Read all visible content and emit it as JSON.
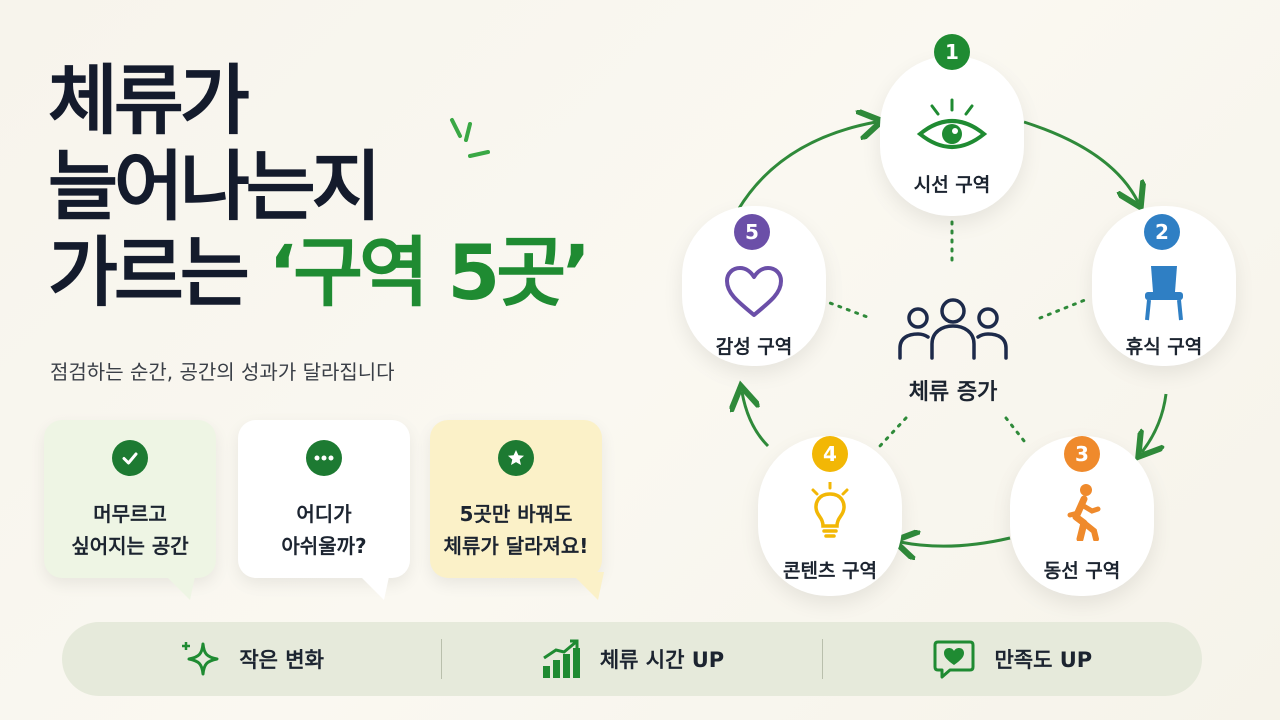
{
  "title": {
    "line1": "체류가",
    "line2": "늘어나는지",
    "line3_plain": "가르는 ",
    "line3_accent": "‘구역 5곳’"
  },
  "subtitle": "점검하는 순간, 공간의 성과가 달라집니다",
  "bubbles": [
    {
      "text": "머무르고\n싶어지는 공간",
      "icon": "check-icon"
    },
    {
      "text": "어디가\n아쉬울까?",
      "icon": "ellipsis-icon"
    },
    {
      "text": "5곳만 바꿔도\n체류가 달라져요!",
      "icon": "star-icon"
    }
  ],
  "zones": [
    {
      "num": "1",
      "label": "시선 구역",
      "icon": "eye-icon",
      "color": "#1f8b32"
    },
    {
      "num": "2",
      "label": "휴식 구역",
      "icon": "chair-icon",
      "color": "#2f7fc4"
    },
    {
      "num": "3",
      "label": "동선 구역",
      "icon": "walking-person-icon",
      "color": "#ef8a2c"
    },
    {
      "num": "4",
      "label": "콘텐츠 구역",
      "icon": "lightbulb-icon",
      "color": "#f2b705"
    },
    {
      "num": "5",
      "label": "감성 구역",
      "icon": "heart-icon",
      "color": "#6b4fa8"
    }
  ],
  "center": {
    "label": "체류 증가",
    "icon": "people-group-icon"
  },
  "bottom_bar": [
    {
      "text": "작은 변화",
      "icon": "sparkle-icon"
    },
    {
      "text": "체류 시간 UP",
      "icon": "growth-chart-icon"
    },
    {
      "text": "만족도 UP",
      "icon": "heart-message-icon"
    }
  ],
  "colors": {
    "accent": "#1f8b32",
    "title": "#141b2c",
    "bar": "#e6eadb"
  }
}
